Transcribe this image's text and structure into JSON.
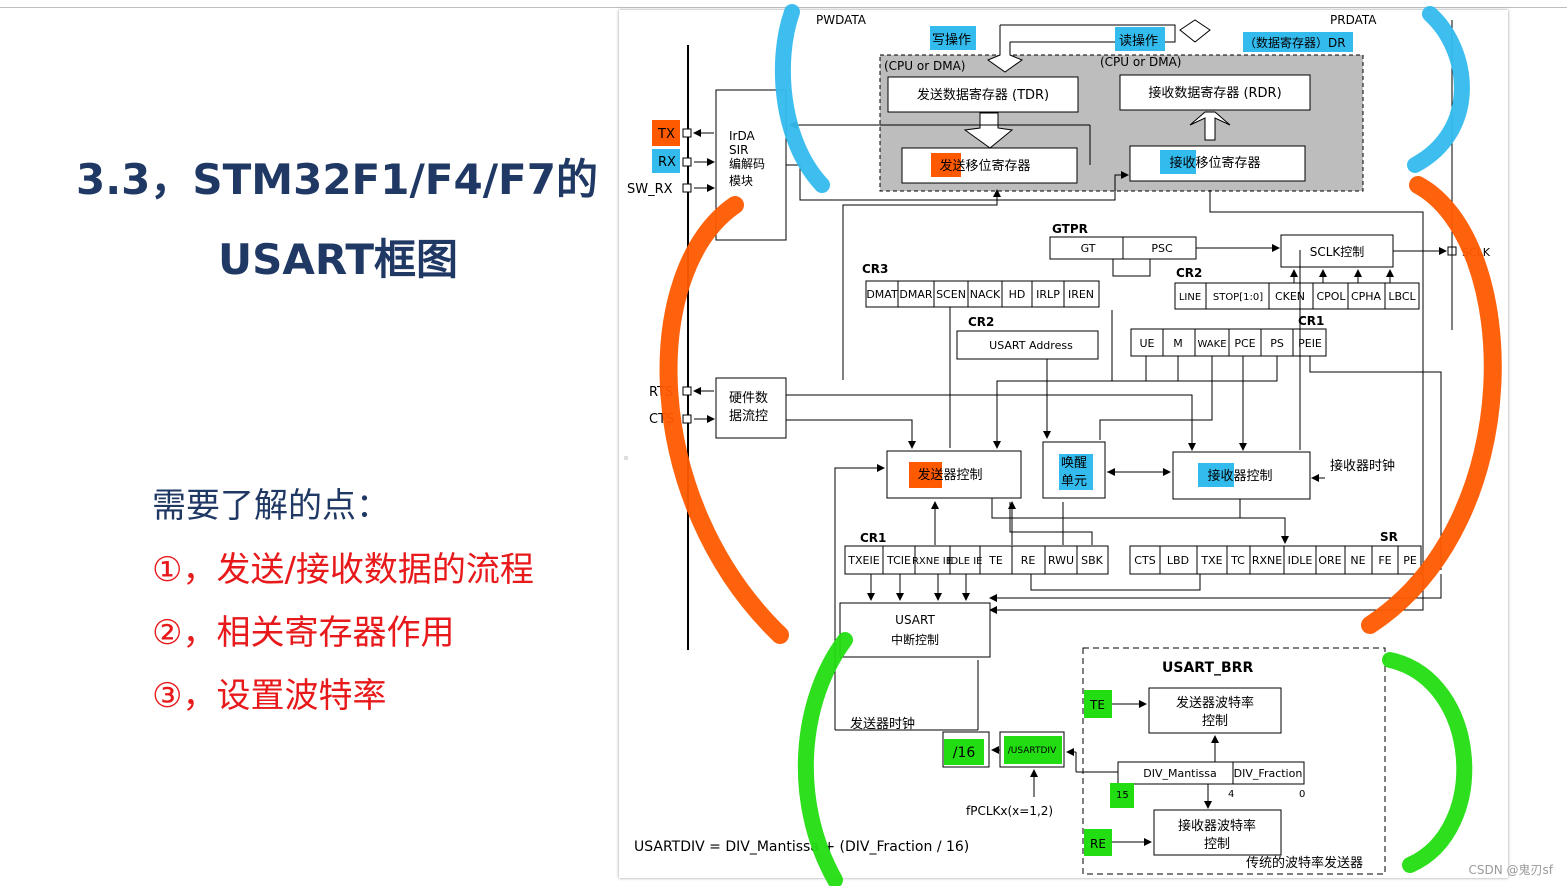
{
  "slide": {
    "title_line1": "3.3，STM32F1/F4/F7的",
    "title_line2": "USART框图",
    "need_heading": "需要了解的点：",
    "points": [
      "①，发送/接收数据的流程",
      "②，相关寄存器作用",
      "③，设置波特率"
    ],
    "watermark": "CSDN @鬼刃sf"
  },
  "diagram": {
    "pwdata": "PWDATA",
    "prdata": "PRDATA",
    "write_op": "写操作",
    "read_op": "读操作",
    "data_reg_dr": "（数据寄存器）DR",
    "cpu_dma_left": "(CPU or DMA)",
    "cpu_dma_right": "(CPU or DMA)",
    "tdr": "发送数据寄存器 (TDR)",
    "rdr": "接收数据寄存器 (RDR)",
    "tx_shift": "发送移位寄存器",
    "rx_shift": "接收移位寄存器",
    "irda": [
      "IrDA",
      "SIR",
      "编解码",
      "模块"
    ],
    "pins": {
      "tx": "TX",
      "rx": "RX",
      "sw_rx": "SW_RX",
      "rts": "RTS",
      "cts": "CTS",
      "sclk": "SCLK"
    },
    "gtpr": "GTPR",
    "gtpr_fields": [
      "GT",
      "PSC"
    ],
    "sclk_ctrl": "SCLK控制",
    "cr3_label": "CR3",
    "cr3_fields": [
      "DMAT",
      "DMAR",
      "SCEN",
      "NACK",
      "HD",
      "IRLP",
      "IREN"
    ],
    "cr2_label": "CR2",
    "cr2_fields": [
      "LINE",
      "STOP[1:0]",
      "CKEN",
      "CPOL",
      "CPHA",
      "LBCL"
    ],
    "cr2_addr_label": "CR2",
    "usart_address": "USART Address",
    "cr1_label": "CR1",
    "cr1_fields": [
      "UE",
      "M",
      "WAKE",
      "PCE",
      "PS",
      "PEIE"
    ],
    "hw_flow": [
      "硬件数",
      "据流控"
    ],
    "tx_ctrl": "发送器控制",
    "wakeup": [
      "唤醒",
      "单元"
    ],
    "rx_ctrl": "接收器控制",
    "rx_clock": "接收器时钟",
    "cr1b_label": "CR1",
    "cr1b_fields": [
      "TXEIE",
      "TCIE",
      "RXNE IE",
      "IDLE IE",
      "TE",
      "RE",
      "RWU",
      "SBK"
    ],
    "sr_label": "SR",
    "sr_fields": [
      "CTS",
      "LBD",
      "TXE",
      "TC",
      "RXNE",
      "IDLE",
      "ORE",
      "NE",
      "FE",
      "PE"
    ],
    "usart_int": [
      "USART",
      "中断控制"
    ],
    "tx_clock": "发送器时钟",
    "div16": "/16",
    "usartdiv": "/USARTDIV",
    "fpclk": "fPCLKx(x=1,2)",
    "formula": "USARTDIV = DIV_Mantissa + (DIV_Fraction / 16)",
    "brr_label": "USART_BRR",
    "te": "TE",
    "re": "RE",
    "tx_baud": [
      "发送器波特率",
      "控制"
    ],
    "rx_baud": [
      "接收器波特率",
      "控制"
    ],
    "div_mantissa": "DIV_Mantissa",
    "div_fraction": "DIV_Fraction",
    "num15": "15",
    "num4": "4",
    "num0": "0",
    "legacy_gen": "传统的波特率发送器"
  },
  "colors": {
    "title": "#1f3864",
    "points": "#e8191b",
    "blue_hl": "#33bbee",
    "orange_hl": "#ff5a00",
    "green_hl": "#22dd11",
    "gray_box": "#bdbdbd"
  }
}
